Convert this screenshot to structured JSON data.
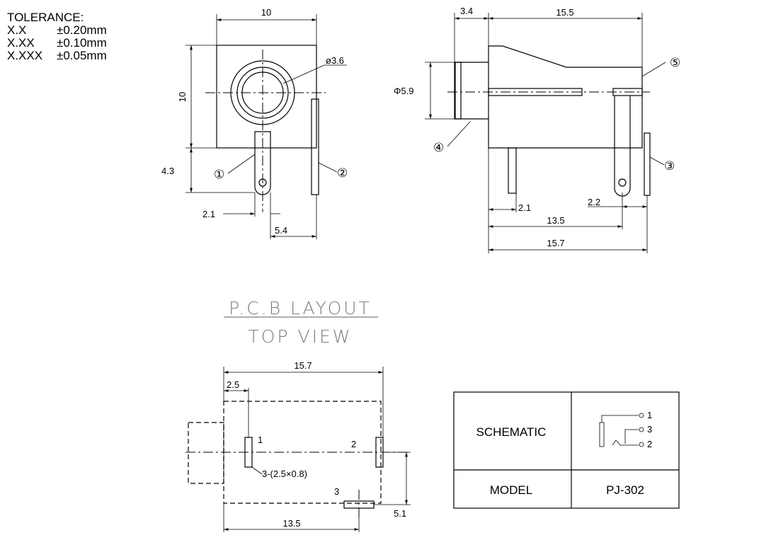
{
  "tolerance": {
    "title": "TOLERANCE:",
    "rows": [
      {
        "format": "X.X",
        "value": "±0.20mm"
      },
      {
        "format": "X.XX",
        "value": "±0.10mm"
      },
      {
        "format": "X.XXX",
        "value": "±0.05mm"
      }
    ]
  },
  "front_view": {
    "width": "10",
    "height": "10",
    "bore": "ø3.6",
    "pin_length": "4.3",
    "pin_width": "2.1",
    "pin_offset": "5.4",
    "callout_1": "①",
    "callout_2": "②"
  },
  "side_view": {
    "front_len": "3.4",
    "body_len": "15.5",
    "diameter": "Φ5.9",
    "pin_width": "2.1",
    "pin3_offset": "2.2",
    "pin_span": "13.5",
    "overall": "15.7",
    "callout_3": "③",
    "callout_4": "④",
    "callout_5": "⑤"
  },
  "pcb": {
    "title": "P.C.B LAYOUT",
    "subtitle": "TOP VIEW",
    "overall": "15.7",
    "pin1_offset": "2.5",
    "pin_span": "13.5",
    "pin3_offset": "5.1",
    "slot_note": "3-(2.5×0.8)",
    "pin1": "1",
    "pin2": "2",
    "pin3": "3"
  },
  "table": {
    "schematic_label": "SCHEMATIC",
    "model_label": "MODEL",
    "model_value": "PJ-302",
    "sch_pin1": "1",
    "sch_pin3": "3",
    "sch_pin2": "2"
  }
}
